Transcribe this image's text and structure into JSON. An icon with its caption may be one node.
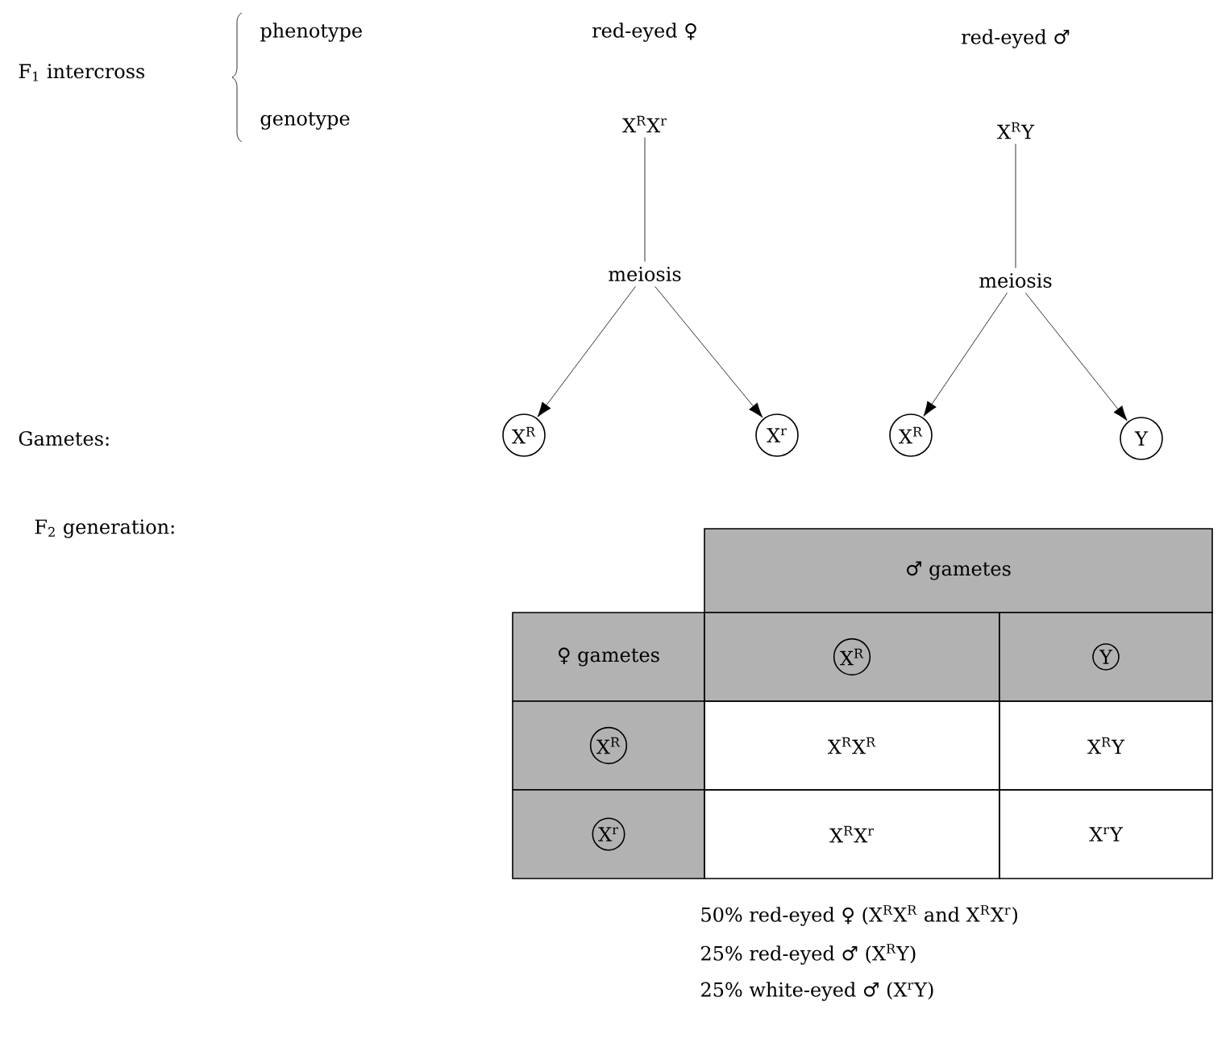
{
  "diagram": {
    "nodes": [
      {
        "text": [
          "X$^{R}$X$^{r}$"
        ]
      },
      {
        "text": [
          "X$^{R}$Y"
        ]
      },
      {
        "text": [
          "meiosis"
        ]
      },
      {
        "text": [
          "meiosis"
        ]
      },
      {
        "text": [
          "X$^{R}$"
        ]
      },
      {
        "text": [
          "X$^{r}$"
        ]
      },
      {
        "text": [
          "X$^{R}$"
        ]
      },
      {
        "text": [
          "Y"
        ]
      }
    ],
    "edges": [
      {
        "from": 0,
        "to": 2,
        "arrow": "none"
      },
      {
        "from": 1,
        "to": 3,
        "arrow": "none"
      },
      {
        "from": 2,
        "to": 4,
        "arrow": "to"
      },
      {
        "from": 2,
        "to": 5,
        "arrow": "to"
      },
      {
        "from": 3,
        "to": 6,
        "arrow": "to"
      },
      {
        "from": 3,
        "to": 7,
        "arrow": "to"
      }
    ],
    "labels": [
      "F$_{1}$ intercross",
      "phenotype",
      "genotype",
      "red-eyed ♀",
      "red-eyed ♂",
      "Gametes:",
      "F$_{2}$ generation:",
      "♂ gametes",
      "♀ gametes",
      "X$^{R}$",
      "Y",
      "X$^{R}$",
      "X$^{R}$X$^{R}$",
      "X$^{R}$Y",
      "X$^{r}$",
      "X$^{R}$X$^{r}$",
      "X$^{r}$Y",
      "50% red-eyed ♀ (X$^{R}$X$^{R}$ and X$^{R}$X$^{r}$)",
      "25% red-eyed ♂ (X$^{R}$Y)",
      "25% white-eyed ♂ (X$^{r}$Y)"
    ]
  }
}
